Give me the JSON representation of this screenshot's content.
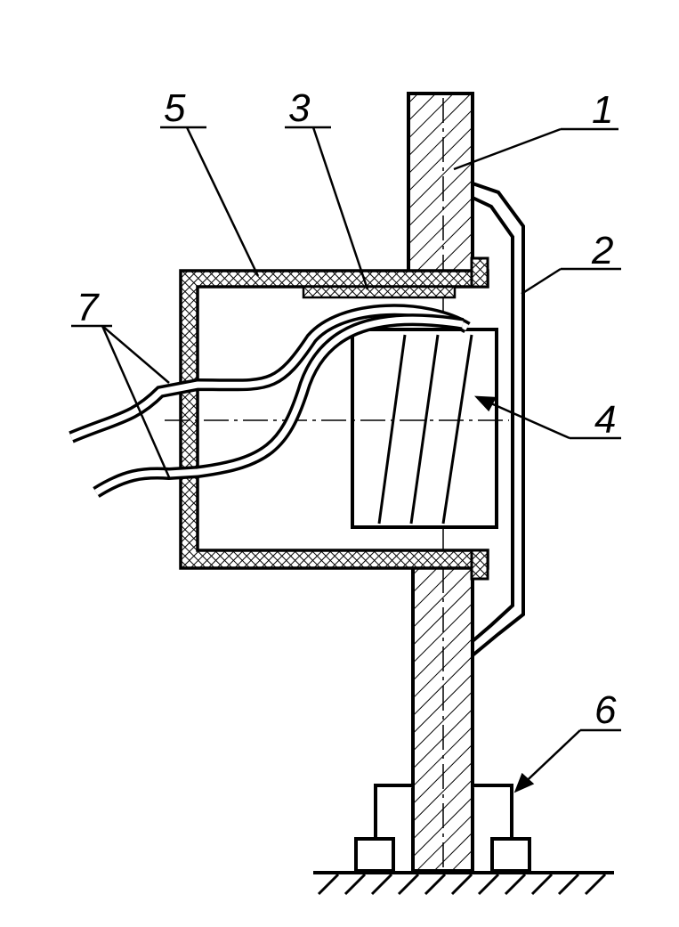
{
  "labels": {
    "part_1": "1",
    "part_2": "2",
    "part_3": "3",
    "part_4": "4",
    "part_5": "5",
    "part_6": "6",
    "part_7": "7"
  },
  "colors": {
    "ink": "#000000",
    "paper": "#ffffff"
  }
}
